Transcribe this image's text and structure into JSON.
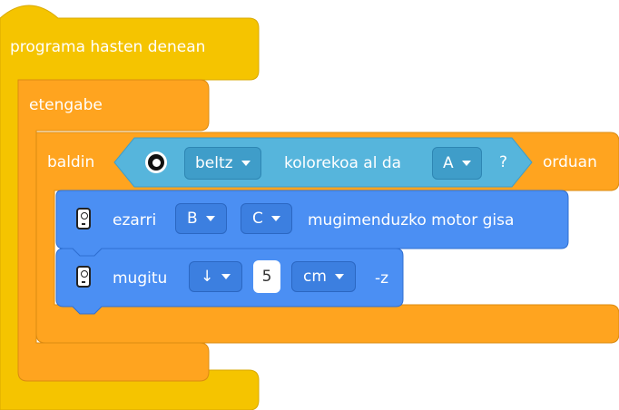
{
  "colors": {
    "events": "#f5c400",
    "control": "#ffa41f",
    "sensors": "#56b5dc",
    "motors": "#4b8ff3",
    "text": "#ffffff"
  },
  "hat_block": {
    "label": "programa hasten denean"
  },
  "forever_block": {
    "label": "etengabe"
  },
  "if_block": {
    "label": "baldin",
    "then_label": "orduan",
    "condition": {
      "icon": "color-sensor-icon",
      "color_value": "beltz",
      "text": "kolorekoa al da",
      "port_value": "A",
      "suffix": "?"
    }
  },
  "set_motor_block": {
    "icon": "hub-icon",
    "label": "ezarri",
    "port1": "B",
    "port2": "C",
    "suffix": "mugimenduzko motor gisa"
  },
  "move_block": {
    "icon": "hub-icon",
    "label": "mugitu",
    "direction": "↓",
    "amount": "5",
    "unit": "cm",
    "suffix": "-z"
  }
}
